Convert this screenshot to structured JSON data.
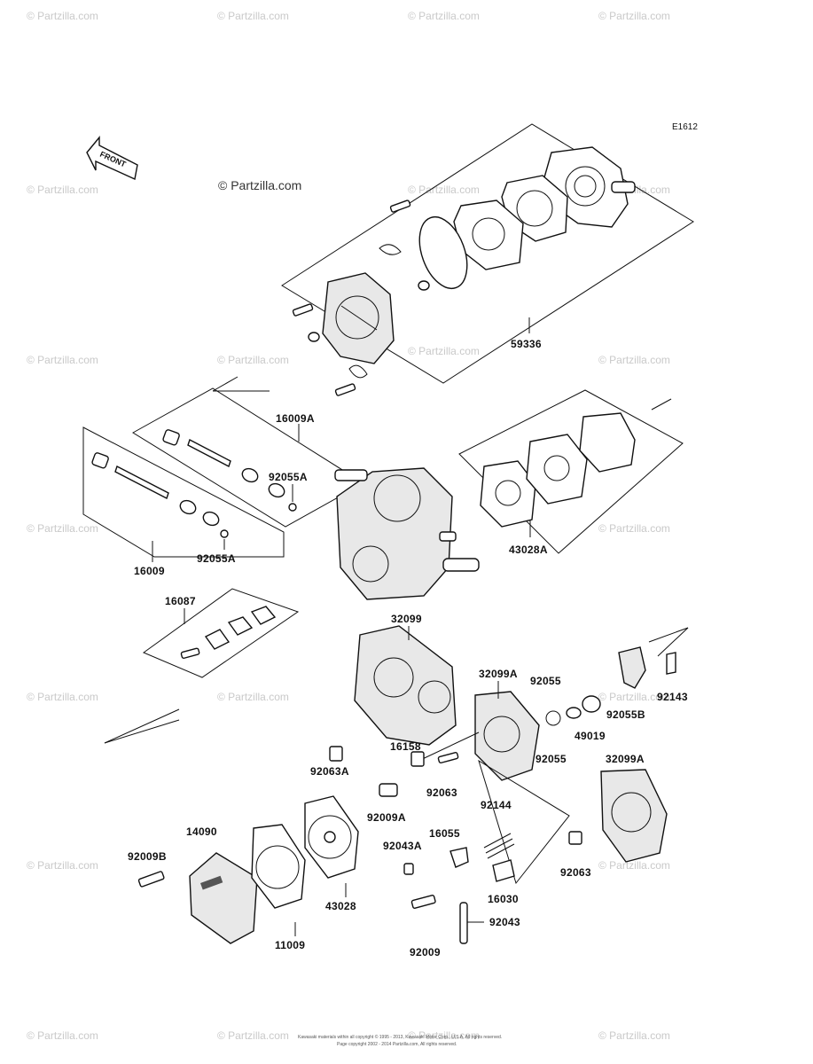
{
  "diagram_code": "E1612",
  "front_label": "FRONT",
  "watermark_main": "© Partzilla.com",
  "watermark_repeat": "© Partzilla.com",
  "footer_line1": "Kawasaki materials within all copyright © 1995 - 2013, Kawasaki Motor Corp., U.S.A. All rights reserved.",
  "footer_line2": "Page copyright 2002 - 2014 Partzilla.com, All rights reserved.",
  "parts": {
    "p59336": "59336",
    "p16009A": "16009A",
    "p92055A_top": "92055A",
    "p16009": "16009",
    "p92055A_bottom": "92055A",
    "p43028A": "43028A",
    "p16087": "16087",
    "p32099": "32099",
    "p92063A": "92063A",
    "p32099A_mid": "32099A",
    "p92055_top": "92055",
    "p49019": "49019",
    "p92055_mid": "92055",
    "p92055B": "92055B",
    "p92143": "92143",
    "p16158": "16158",
    "p92063_mid": "92063",
    "p32099A_right": "32099A",
    "p92009A": "92009A",
    "p92144": "92144",
    "p16055": "16055",
    "p92043A": "92043A",
    "p92063_right": "92063",
    "p16030": "16030",
    "p92043": "92043",
    "p92009": "92009",
    "p14090": "14090",
    "p92009B": "92009B",
    "p43028": "43028",
    "p11009": "11009"
  }
}
